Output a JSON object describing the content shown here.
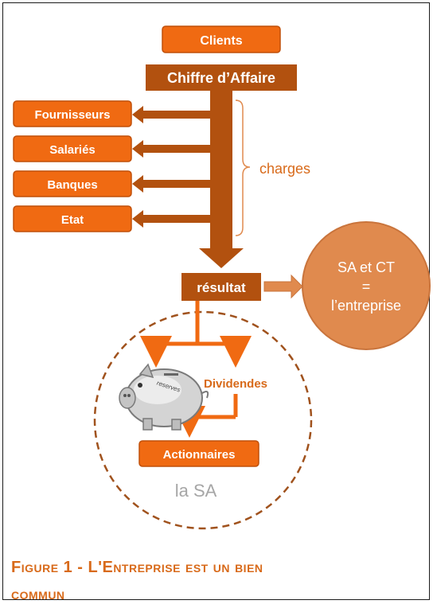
{
  "diagram": {
    "top_box": "Clients",
    "revenue": "Chiffre d’Affaire",
    "charges_items": [
      "Fournisseurs",
      "Salariés",
      "Banques",
      "Etat"
    ],
    "charges_label": "charges",
    "result": "résultat",
    "enterprise_circle": [
      "SA et CT",
      "=",
      "l’entreprise"
    ],
    "piggy_bank_text": "reserves",
    "dividends": "Dividendes",
    "shareholders": "Actionnaires",
    "sa_label": "la SA"
  },
  "caption": {
    "line1": "Figure 1 - L'Entreprise est un bien",
    "line2": "commun"
  },
  "colors": {
    "orange": "#f06a12",
    "brown": "#b2510f",
    "circle_fill": "#e08a4e",
    "caption": "#d86a1a"
  }
}
